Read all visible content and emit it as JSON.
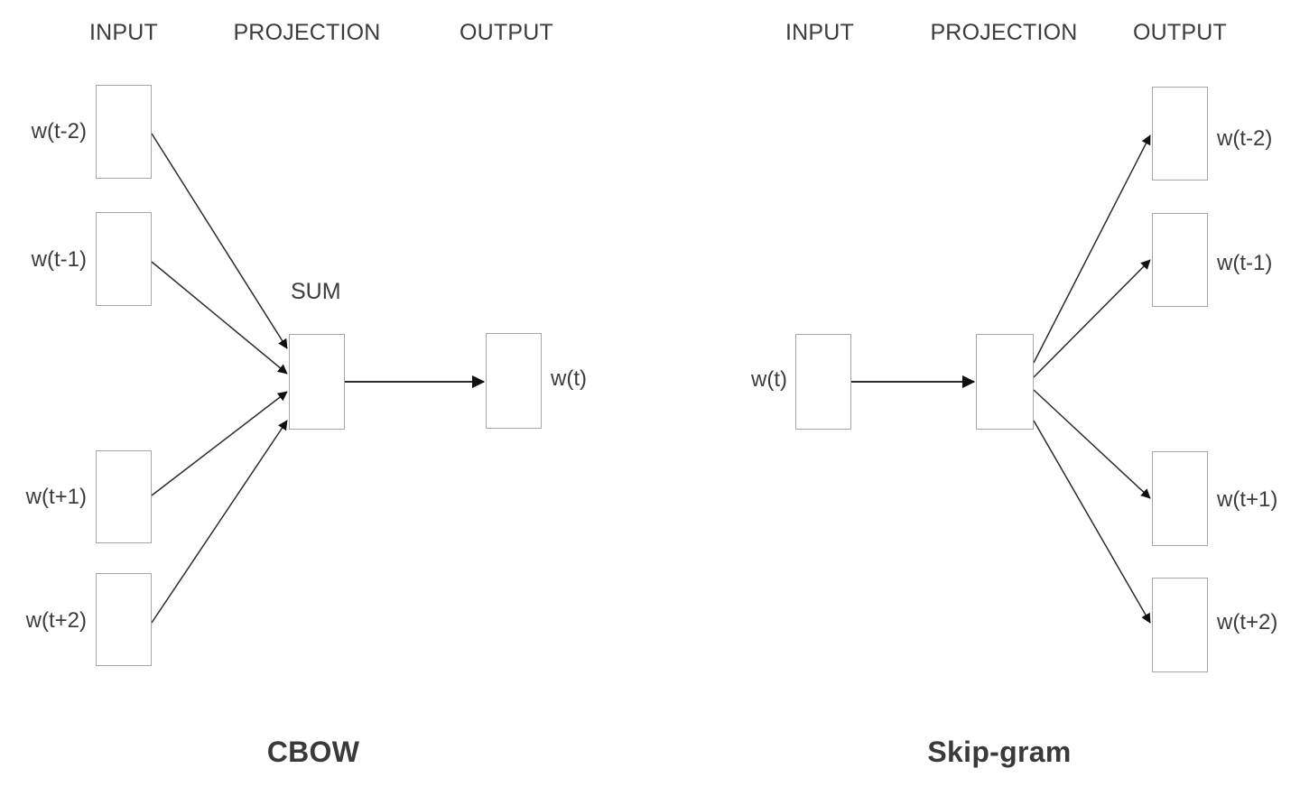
{
  "diagram": {
    "title_hidden": "",
    "background_color": "#ffffff",
    "line_color": "#2b2b2b",
    "box_border_color": "#a6a6a6",
    "text_color": "#3c3c3c",
    "title_color": "#3a3a3a"
  },
  "cbow": {
    "model_title": "CBOW",
    "headers": {
      "input": "INPUT",
      "projection": "PROJECTION",
      "output": "OUTPUT"
    },
    "aux": {
      "sum": "SUM"
    },
    "input_nodes": [
      {
        "label": "w(t-2)"
      },
      {
        "label": "w(t-1)"
      },
      {
        "label": "w(t+1)"
      },
      {
        "label": "w(t+2)"
      }
    ],
    "projection_node": {
      "label": ""
    },
    "output_nodes": [
      {
        "label": "w(t)"
      }
    ]
  },
  "skipgram": {
    "model_title": "Skip-gram",
    "headers": {
      "input": "INPUT",
      "projection": "PROJECTION",
      "output": "OUTPUT"
    },
    "input_nodes": [
      {
        "label": "w(t)"
      }
    ],
    "projection_node": {
      "label": ""
    },
    "output_nodes": [
      {
        "label": "w(t-2)"
      },
      {
        "label": "w(t-1)"
      },
      {
        "label": "w(t+1)"
      },
      {
        "label": "w(t+2)"
      }
    ]
  }
}
